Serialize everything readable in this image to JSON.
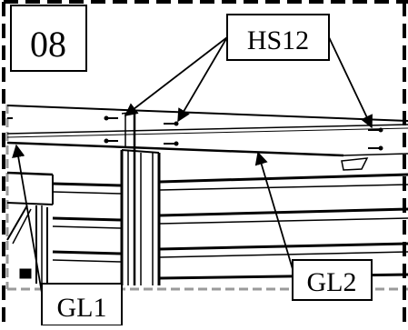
{
  "step_number": "08",
  "callouts": {
    "hs12": "HS12",
    "gl1": "GL1",
    "gl2": "GL2"
  },
  "colors": {
    "line": "#000000",
    "frame_dash": "#000000",
    "detail_boundary": "#9a9a9a",
    "background": "#ffffff"
  }
}
